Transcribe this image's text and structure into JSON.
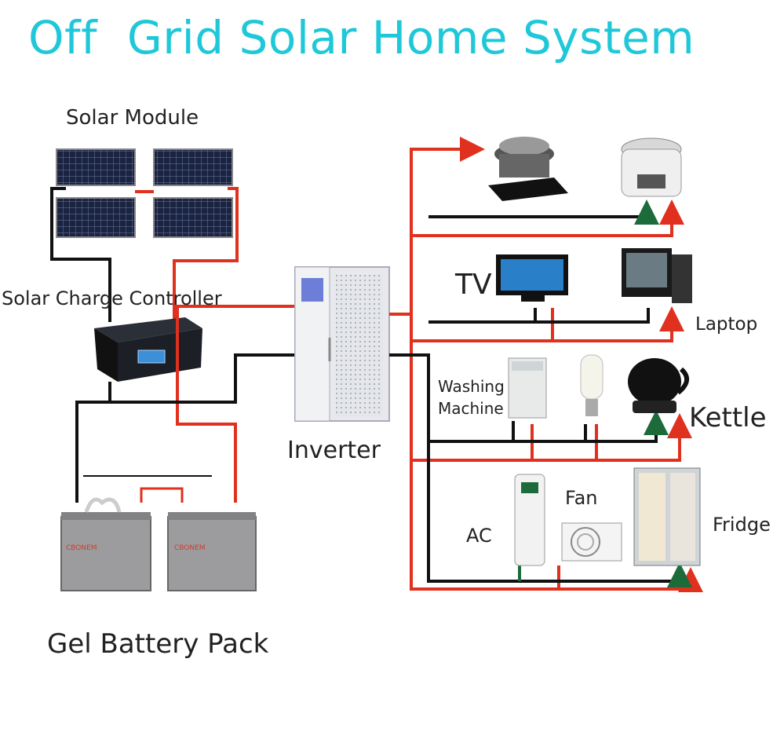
{
  "title": "Off  Grid Solar Home System",
  "labels": {
    "solar_module": "Solar Module",
    "charge_controller": "Solar Charge Controller",
    "inverter": "Inverter",
    "battery_pack": "Gel Battery Pack",
    "tv": "TV",
    "laptop": "Laptop",
    "washing_machine_line1": "Washing",
    "washing_machine_line2": "Machine",
    "kettle": "Kettle",
    "fan": "Fan",
    "ac": "AC",
    "fridge": "Fridge"
  },
  "battery_brand": "CBONEM",
  "colors": {
    "title": "#1fc8d8",
    "positive_wire": "#e0301e",
    "negative_wire": "#111111",
    "panel": "#1a2340",
    "appliance_return": "#1d6b3a"
  },
  "icons": [
    "solar-panel-icon",
    "charge-controller-icon",
    "inverter-cabinet-icon",
    "battery-icon",
    "induction-cooker-icon",
    "rice-cooker-icon",
    "tv-icon",
    "desktop-computer-icon",
    "washing-machine-icon",
    "lamp-icon",
    "kettle-icon",
    "air-conditioner-icon",
    "fan-icon",
    "fridge-icon"
  ]
}
